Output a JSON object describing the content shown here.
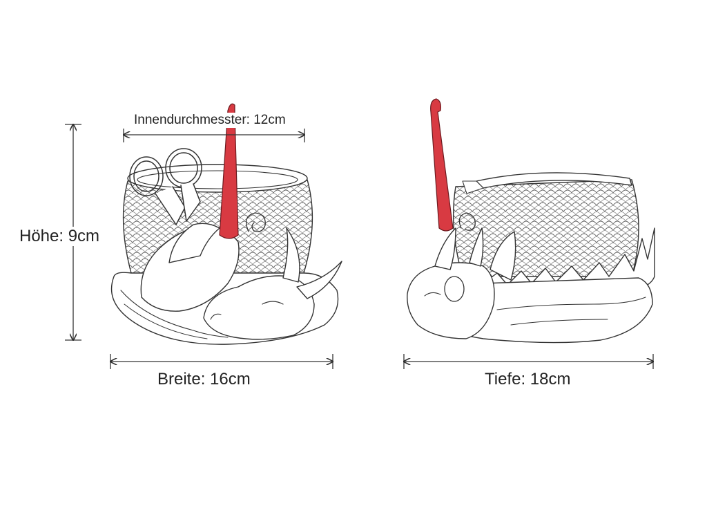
{
  "dimensions": {
    "inner_diameter": "Innendurchmesster: 12cm",
    "height": "Höhe: 9cm",
    "width": "Breite: 16cm",
    "depth": "Tiefe: 18cm"
  },
  "colors": {
    "line": "#333333",
    "hook": "#d83a42",
    "background": "#ffffff"
  }
}
